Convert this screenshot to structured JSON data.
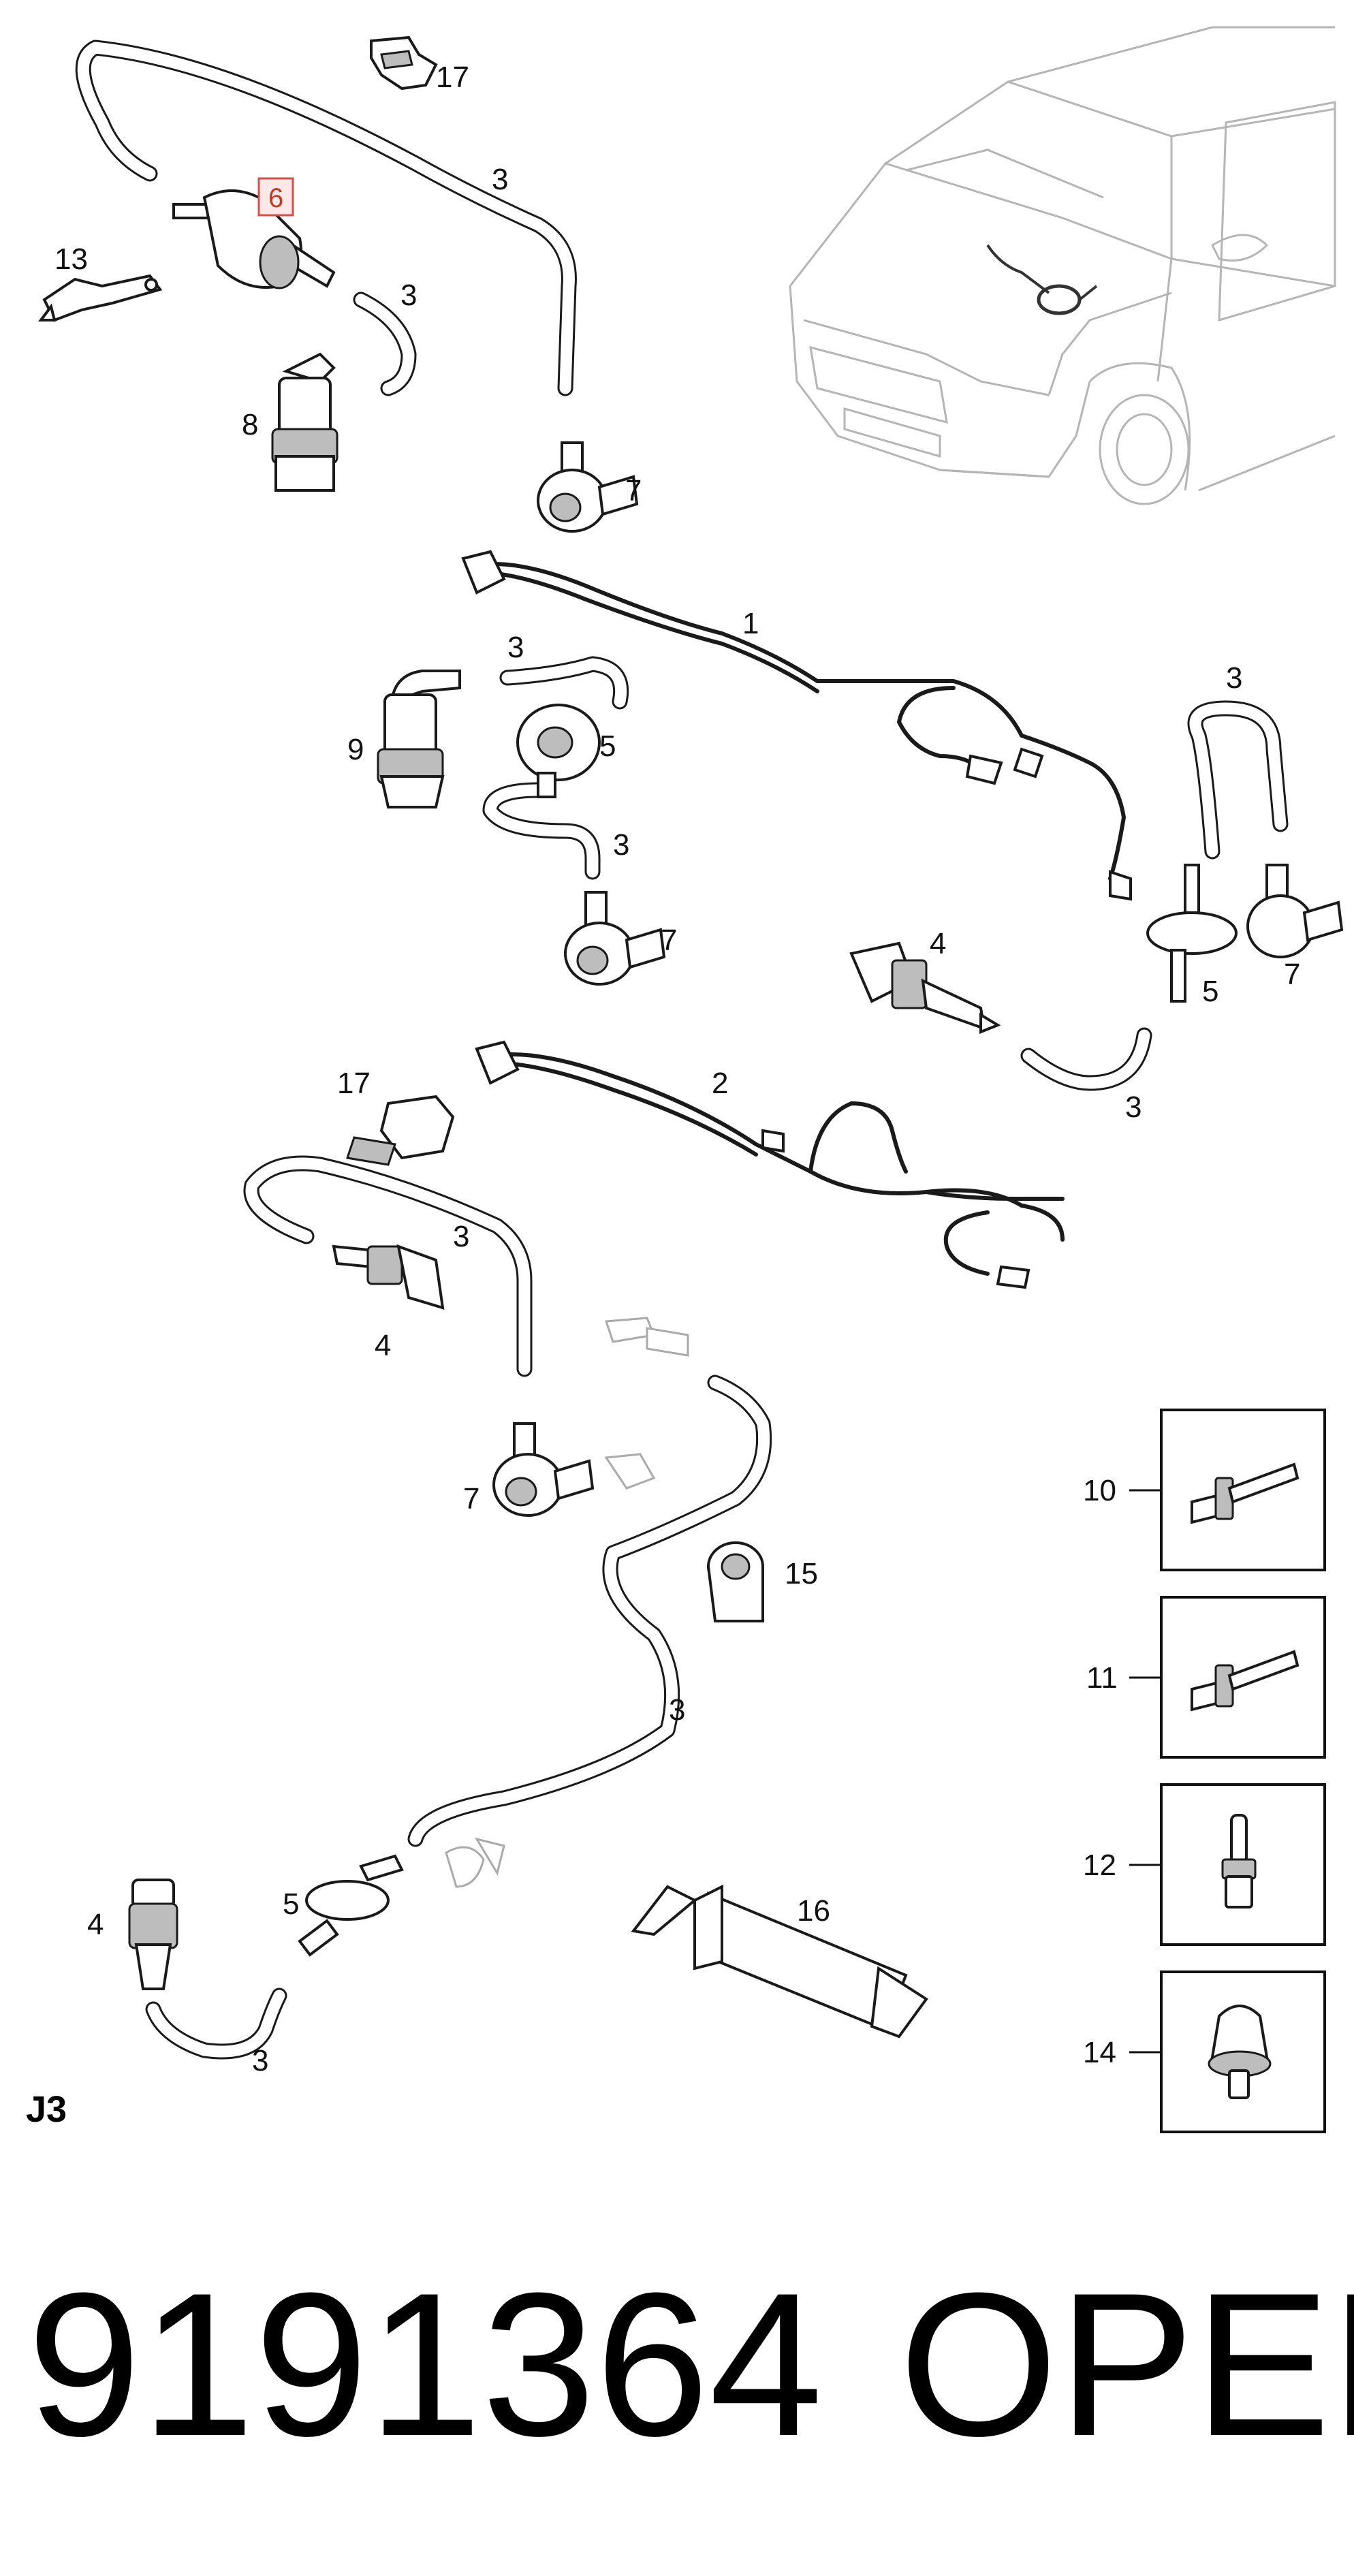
{
  "diagram": {
    "section_code": "J3",
    "highlighted_callout": "6",
    "footer": {
      "part_number": "9191364",
      "brand": "OPEL"
    },
    "callouts": [
      {
        "id": "c17a",
        "label": "17"
      },
      {
        "id": "c3a",
        "label": "3"
      },
      {
        "id": "c6",
        "label": "6"
      },
      {
        "id": "c13",
        "label": "13"
      },
      {
        "id": "c3b",
        "label": "3"
      },
      {
        "id": "c8",
        "label": "8"
      },
      {
        "id": "c7a",
        "label": "7"
      },
      {
        "id": "c1",
        "label": "1"
      },
      {
        "id": "c3c",
        "label": "3"
      },
      {
        "id": "c9",
        "label": "9"
      },
      {
        "id": "c5a",
        "label": "5"
      },
      {
        "id": "c3d",
        "label": "3"
      },
      {
        "id": "c7b",
        "label": "7"
      },
      {
        "id": "c3e",
        "label": "3"
      },
      {
        "id": "c4a",
        "label": "4"
      },
      {
        "id": "c5b",
        "label": "5"
      },
      {
        "id": "c7c",
        "label": "7"
      },
      {
        "id": "c3f",
        "label": "3"
      },
      {
        "id": "c17b",
        "label": "17"
      },
      {
        "id": "c2",
        "label": "2"
      },
      {
        "id": "c3g",
        "label": "3"
      },
      {
        "id": "c4b",
        "label": "4"
      },
      {
        "id": "c7d",
        "label": "7"
      },
      {
        "id": "c15",
        "label": "15"
      },
      {
        "id": "c3h",
        "label": "3"
      },
      {
        "id": "c4c",
        "label": "4"
      },
      {
        "id": "c5c",
        "label": "5"
      },
      {
        "id": "c3i",
        "label": "3"
      },
      {
        "id": "c16",
        "label": "16"
      }
    ],
    "detail_boxes": [
      {
        "id": "b10",
        "label": "10"
      },
      {
        "id": "b11",
        "label": "11"
      },
      {
        "id": "b12",
        "label": "12"
      },
      {
        "id": "b14",
        "label": "14"
      }
    ]
  }
}
